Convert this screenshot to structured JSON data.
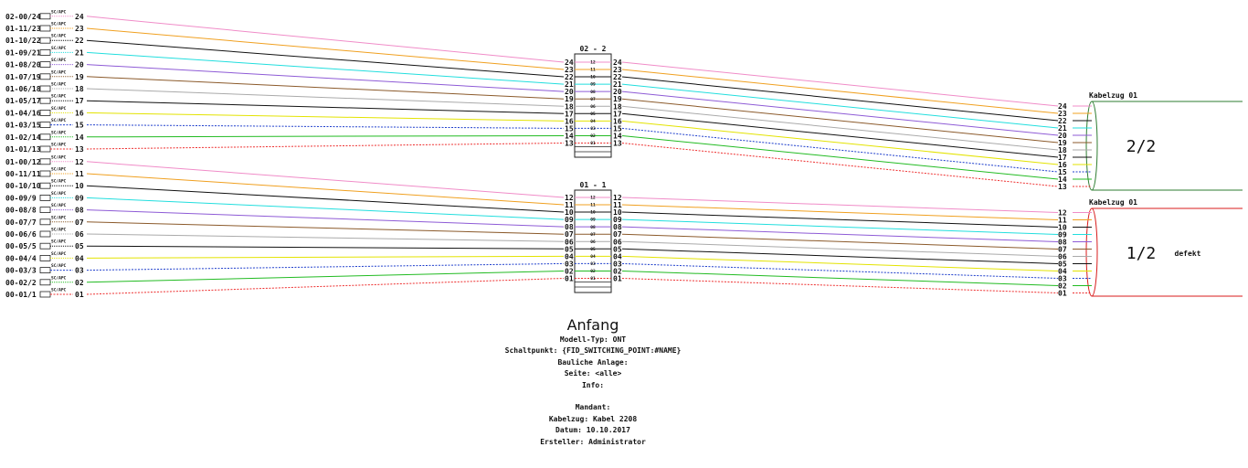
{
  "colors": {
    "fiber": {
      "1": "#ee3030",
      "2": "#22bb22",
      "3": "#1f3fcc",
      "4": "#e3e300",
      "5": "#111111",
      "6": "#aaaaaa",
      "7": "#8b5a2b",
      "8": "#8e5bd6",
      "9": "#22dede",
      "10": "#111111",
      "11": "#f0a020",
      "12": "#f08cc8"
    },
    "defect": "#ff0000",
    "cable_upper": "#2e7d32",
    "cable_lower": "#d81b1b"
  },
  "ports_upper": [
    {
      "name": "01-01/13",
      "num": "13"
    },
    {
      "name": "01-02/14",
      "num": "14"
    },
    {
      "name": "01-03/15",
      "num": "15"
    },
    {
      "name": "01-04/16",
      "num": "16"
    },
    {
      "name": "01-05/17",
      "num": "17"
    },
    {
      "name": "01-06/18",
      "num": "18"
    },
    {
      "name": "01-07/19",
      "num": "19"
    },
    {
      "name": "01-08/20",
      "num": "20"
    },
    {
      "name": "01-09/21",
      "num": "21"
    },
    {
      "name": "01-10/22",
      "num": "22"
    },
    {
      "name": "01-11/23",
      "num": "23"
    },
    {
      "name": "02-00/24",
      "num": "24"
    }
  ],
  "ports_lower": [
    {
      "name": "00-01/1",
      "num": "01"
    },
    {
      "name": "00-02/2",
      "num": "02"
    },
    {
      "name": "00-03/3",
      "num": "03"
    },
    {
      "name": "00-04/4",
      "num": "04"
    },
    {
      "name": "00-05/5",
      "num": "05"
    },
    {
      "name": "00-06/6",
      "num": "06",
      "defect": true
    },
    {
      "name": "00-07/7",
      "num": "07"
    },
    {
      "name": "00-08/8",
      "num": "08"
    },
    {
      "name": "00-09/9",
      "num": "09"
    },
    {
      "name": "00-10/10",
      "num": "10"
    },
    {
      "name": "00-11/11",
      "num": "11"
    },
    {
      "name": "01-00/12",
      "num": "12"
    }
  ],
  "port_glyph": "SC/APC",
  "splice_upper": {
    "title": "02 - 2",
    "outer": [
      "13",
      "14",
      "15",
      "16",
      "17",
      "18",
      "19",
      "20",
      "21",
      "22",
      "23",
      "24"
    ],
    "inner": [
      "01",
      "02",
      "03",
      "04",
      "05",
      "06",
      "07",
      "08",
      "09",
      "10",
      "11",
      "12"
    ]
  },
  "splice_lower": {
    "title": "01 - 1",
    "outer": [
      "01",
      "02",
      "03",
      "04",
      "05",
      "06",
      "07",
      "08",
      "09",
      "10",
      "11",
      "12"
    ],
    "inner": [
      "01",
      "02",
      "03",
      "04",
      "05",
      "06",
      "07",
      "08",
      "09",
      "10",
      "11",
      "12"
    ],
    "defect_index": 5
  },
  "cable_upper": {
    "label": "Kabelzug 01",
    "fraction": "2/2",
    "fibers": [
      "13",
      "14",
      "15",
      "16",
      "17",
      "18",
      "19",
      "20",
      "21",
      "22",
      "23",
      "24"
    ],
    "note": ""
  },
  "cable_lower": {
    "label": "Kabelzug 01",
    "fraction": "1/2",
    "fibers": [
      "01",
      "02",
      "03",
      "04",
      "05",
      "06",
      "07",
      "08",
      "09",
      "10",
      "11",
      "12"
    ],
    "defect_index": 5,
    "note": "defekt"
  },
  "info": {
    "title": "Anfang",
    "lines": [
      "Modell-Typ: ONT",
      "Schaltpunkt: {FID_SWITCHING_POINT:#NAME}",
      "Bauliche Anlage:",
      "Seite: <alle>",
      "Info:",
      "",
      "Mandant:",
      "Kabelzug: Kabel 2208",
      "Datum: 10.10.2017",
      "Ersteller: Administrator"
    ]
  }
}
